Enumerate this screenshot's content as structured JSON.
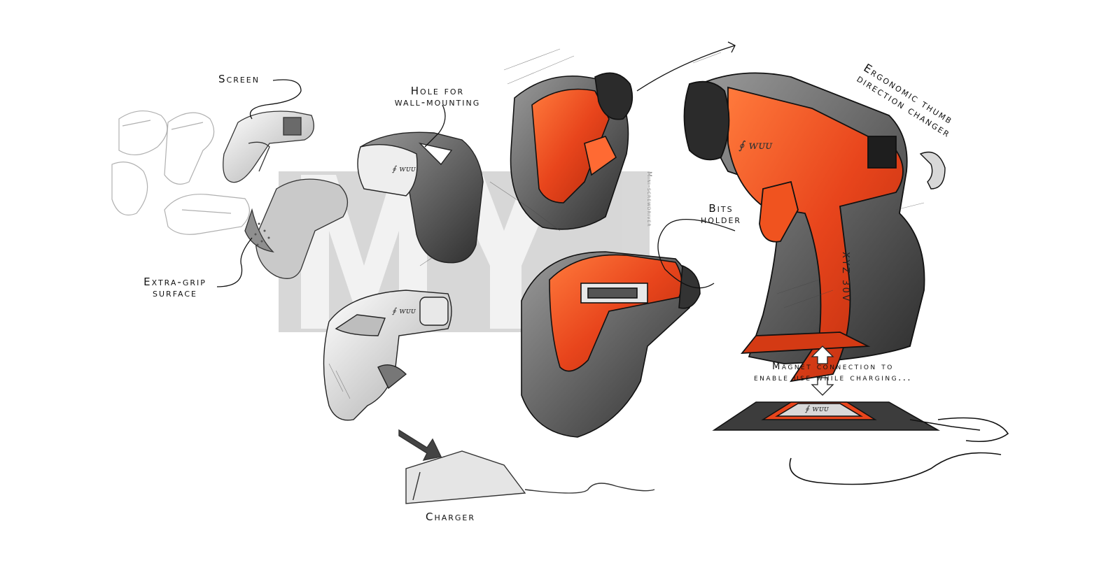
{
  "annotations": {
    "screen": "Screen",
    "hole_for_wall_mounting": [
      "Hole for",
      "wall-mounting"
    ],
    "extra_grip_surface": [
      "Extra-grip",
      "surface"
    ],
    "bits_holder": [
      "Bits",
      "holder"
    ],
    "ergonomic_thumb": [
      "Ergonomic thumb",
      "direction changer"
    ],
    "magnet_connection": [
      "Magnet connection to",
      "enable use while charging..."
    ],
    "charger": "Charger",
    "model_text": "XYZ 30V",
    "watermark_text": "Mini-screwdriver"
  },
  "colors": {
    "accent_orange": "#e8451c",
    "dark_gray": "#3b3b3b",
    "mid_gray": "#8a8a8a",
    "light_gray": "#cfcfcf",
    "watermark_gray": "#bdbdbd"
  }
}
